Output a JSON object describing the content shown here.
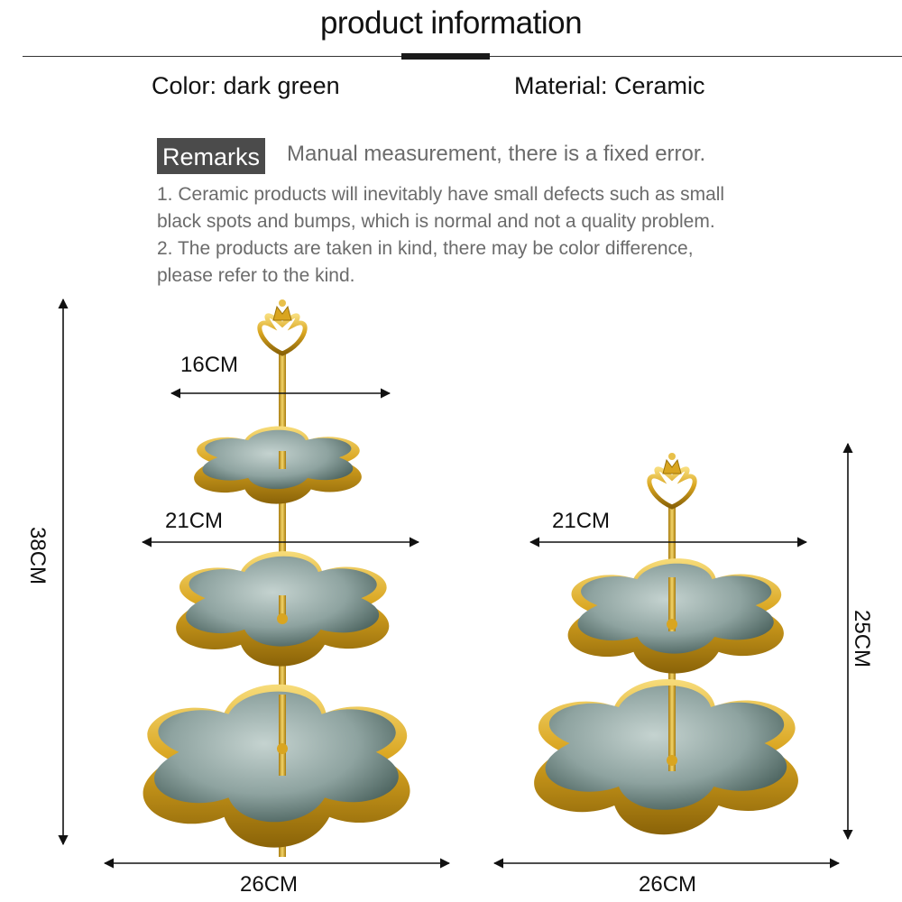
{
  "header": {
    "title": "product information"
  },
  "specs": {
    "color": "Color: dark green",
    "material": "Material: Ceramic"
  },
  "remarks": {
    "badge": "Remarks",
    "note": "Manual measurement, there is a fixed error.",
    "lines": [
      "1. Ceramic products will inevitably have small defects such as small",
      "black spots and bumps, which is normal and not a quality problem.",
      "2. The products are taken in kind, there may be color difference,",
      "please refer to the kind."
    ]
  },
  "three_tier": {
    "height": "38CM",
    "top_width": "16CM",
    "middle_width": "21CM",
    "bottom_width": "26CM"
  },
  "two_tier": {
    "height": "25CM",
    "top_width": "21CM",
    "bottom_width": "26CM"
  },
  "colors": {
    "gold": "#d9a520",
    "gold_dark": "#9c7208",
    "plate_green": "#3d5550",
    "plate_light": "#b9c9c6",
    "badge_bg": "#4b4b4b"
  }
}
